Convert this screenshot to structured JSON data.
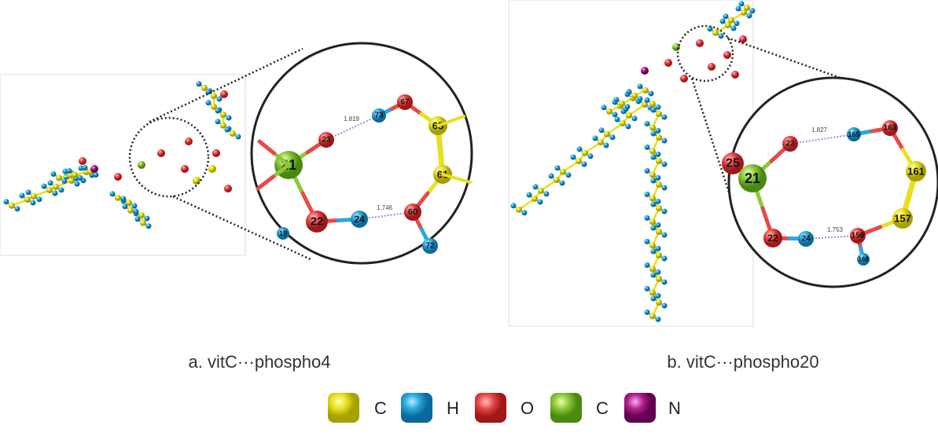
{
  "panel_a": {
    "caption": "a. vitC···phospho4",
    "atoms": {
      "a21": "21",
      "a23": "23",
      "a73": "73",
      "a67": "67",
      "a65": "65",
      "a61": "61",
      "a60": "60",
      "a72": "72",
      "a22": "22",
      "a24": "24",
      "a19": "19"
    },
    "distances": {
      "d1": "1.819",
      "d2": "1.746"
    }
  },
  "panel_b": {
    "caption": "b. vitC···phospho20",
    "atoms": {
      "b21": "21",
      "b25": "25",
      "b23": "23",
      "b165": "165",
      "b163": "163",
      "b161": "161",
      "b157": "157",
      "b156": "156",
      "b168": "168",
      "b22": "22",
      "b24": "24"
    },
    "distances": {
      "d1": "1.827",
      "d2": "1.753"
    }
  },
  "legend": [
    {
      "label": "C",
      "color": "#e8e020"
    },
    {
      "label": "H",
      "color": "#2aa8dc"
    },
    {
      "label": "O",
      "color": "#e84848"
    },
    {
      "label": "C",
      "color": "#8cc83c"
    },
    {
      "label": "N",
      "color": "#b0208c"
    }
  ],
  "colors": {
    "C": "#e8e020",
    "H": "#2aa8dc",
    "O": "#e84848",
    "Cg": "#8cc83c",
    "N": "#b0208c"
  }
}
